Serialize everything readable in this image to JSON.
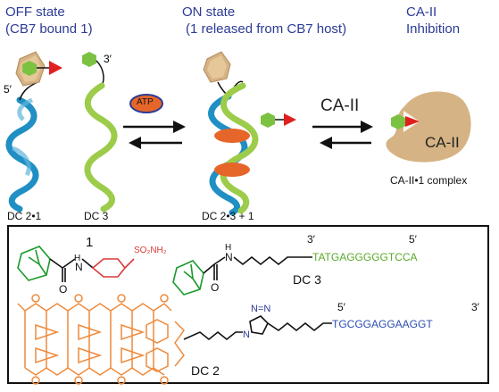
{
  "top": {
    "off_state": {
      "line1": "OFF state",
      "line2": "(CB7 bound 1)"
    },
    "on_state": {
      "line1": "ON state",
      "line2": "(1 released from CB7 host)"
    },
    "inhibition": {
      "line1": "CA-II",
      "line2": "Inhibition"
    },
    "strand_ends": {
      "five_prime_left": "5′",
      "three_prime_mid": "3′"
    },
    "atp_label": "ATP",
    "caii_arrow_label": "CA-II",
    "caii_blob_label": "CA-II",
    "labels": {
      "dc21": "DC 2•1",
      "dc3": "DC 3",
      "dc23": "DC 2•3 + 1",
      "complex": "CA-II•1 complex"
    }
  },
  "panel": {
    "compound_number": "1",
    "so2nh2": "SO₂NH₂",
    "nh_1": "H",
    "n_1": "N",
    "o_1": "O",
    "nh_2": "H",
    "n_2": "N",
    "o_2": "O",
    "dc3": {
      "three_prime": "3′",
      "five_prime": "5′",
      "sequence": "TATGAGGGGGTCCA",
      "label": "DC 3"
    },
    "dc2": {
      "five_prime": "5′",
      "three_prime": "3′",
      "sequence": "TGCGGAGGAAGGT",
      "label": "DC 2"
    },
    "triazole_n": "N",
    "triazole_nn": "N=N"
  },
  "colors": {
    "blue_text": "#2b3a96",
    "helix_blue": "#1f8fc4",
    "helix_green": "#9ccc4a",
    "cb7_tan": "#d6b384",
    "atp_orange": "#e6662a",
    "hexagon_green": "#7cc242",
    "arrow_red": "#e02020",
    "caii_blob": "#d6b384",
    "cb7_orange": "#ee8a3c",
    "sulfonamide_red": "#d83a3a",
    "dc2_seq_blue": "#2b4fb0",
    "dc3_seq_green": "#5aaa2a"
  }
}
